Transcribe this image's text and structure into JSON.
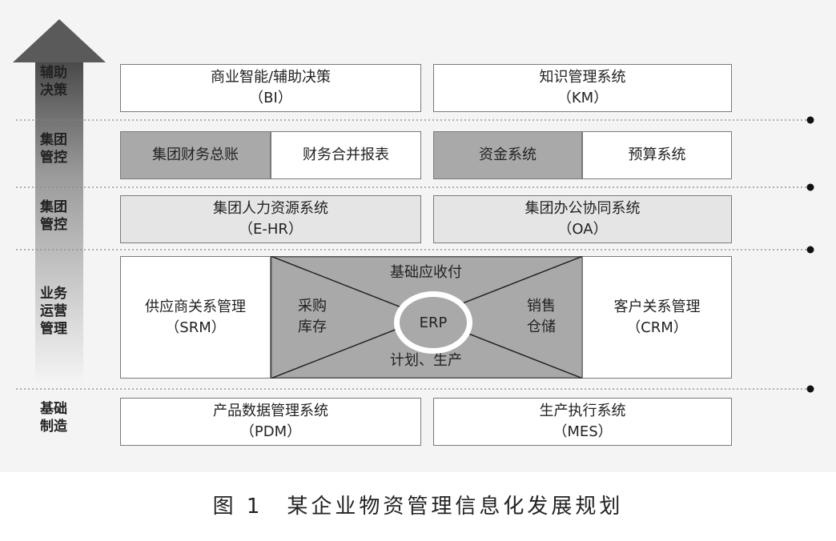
{
  "layers": {
    "decision": "辅助\n决策",
    "group_control_1": "集团\n管控",
    "group_control_2": "集团\n管控",
    "operations": "业务\n运营\n管理",
    "manufacturing": "基础\n制造"
  },
  "boxes": {
    "bi": {
      "l1": "商业智能/辅助决策",
      "l2": "（BI）"
    },
    "km": {
      "l1": "知识管理系统",
      "l2": "（KM）"
    },
    "group_ledger": "集团财务总账",
    "consolidation": "财务合并报表",
    "treasury": "资金系统",
    "budget": "预算系统",
    "ehr": {
      "l1": "集团人力资源系统",
      "l2": "（E-HR）"
    },
    "oa": {
      "l1": "集团办公协同系统",
      "l2": "（OA）"
    },
    "srm": {
      "l1": "供应商关系管理",
      "l2": "（SRM）"
    },
    "crm": {
      "l1": "客户关系管理",
      "l2": "（CRM）"
    },
    "pdm": {
      "l1": "产品数据管理系统",
      "l2": "（PDM）"
    },
    "mes": {
      "l1": "生产执行系统",
      "l2": "（MES）"
    }
  },
  "erp": {
    "center": "ERP",
    "top": "基础应收付",
    "left": "采购\n库存",
    "right": "销售\n仓储",
    "bottom": "计划、生产"
  },
  "caption": "图 1　某企业物资管理信息化发展规划"
}
